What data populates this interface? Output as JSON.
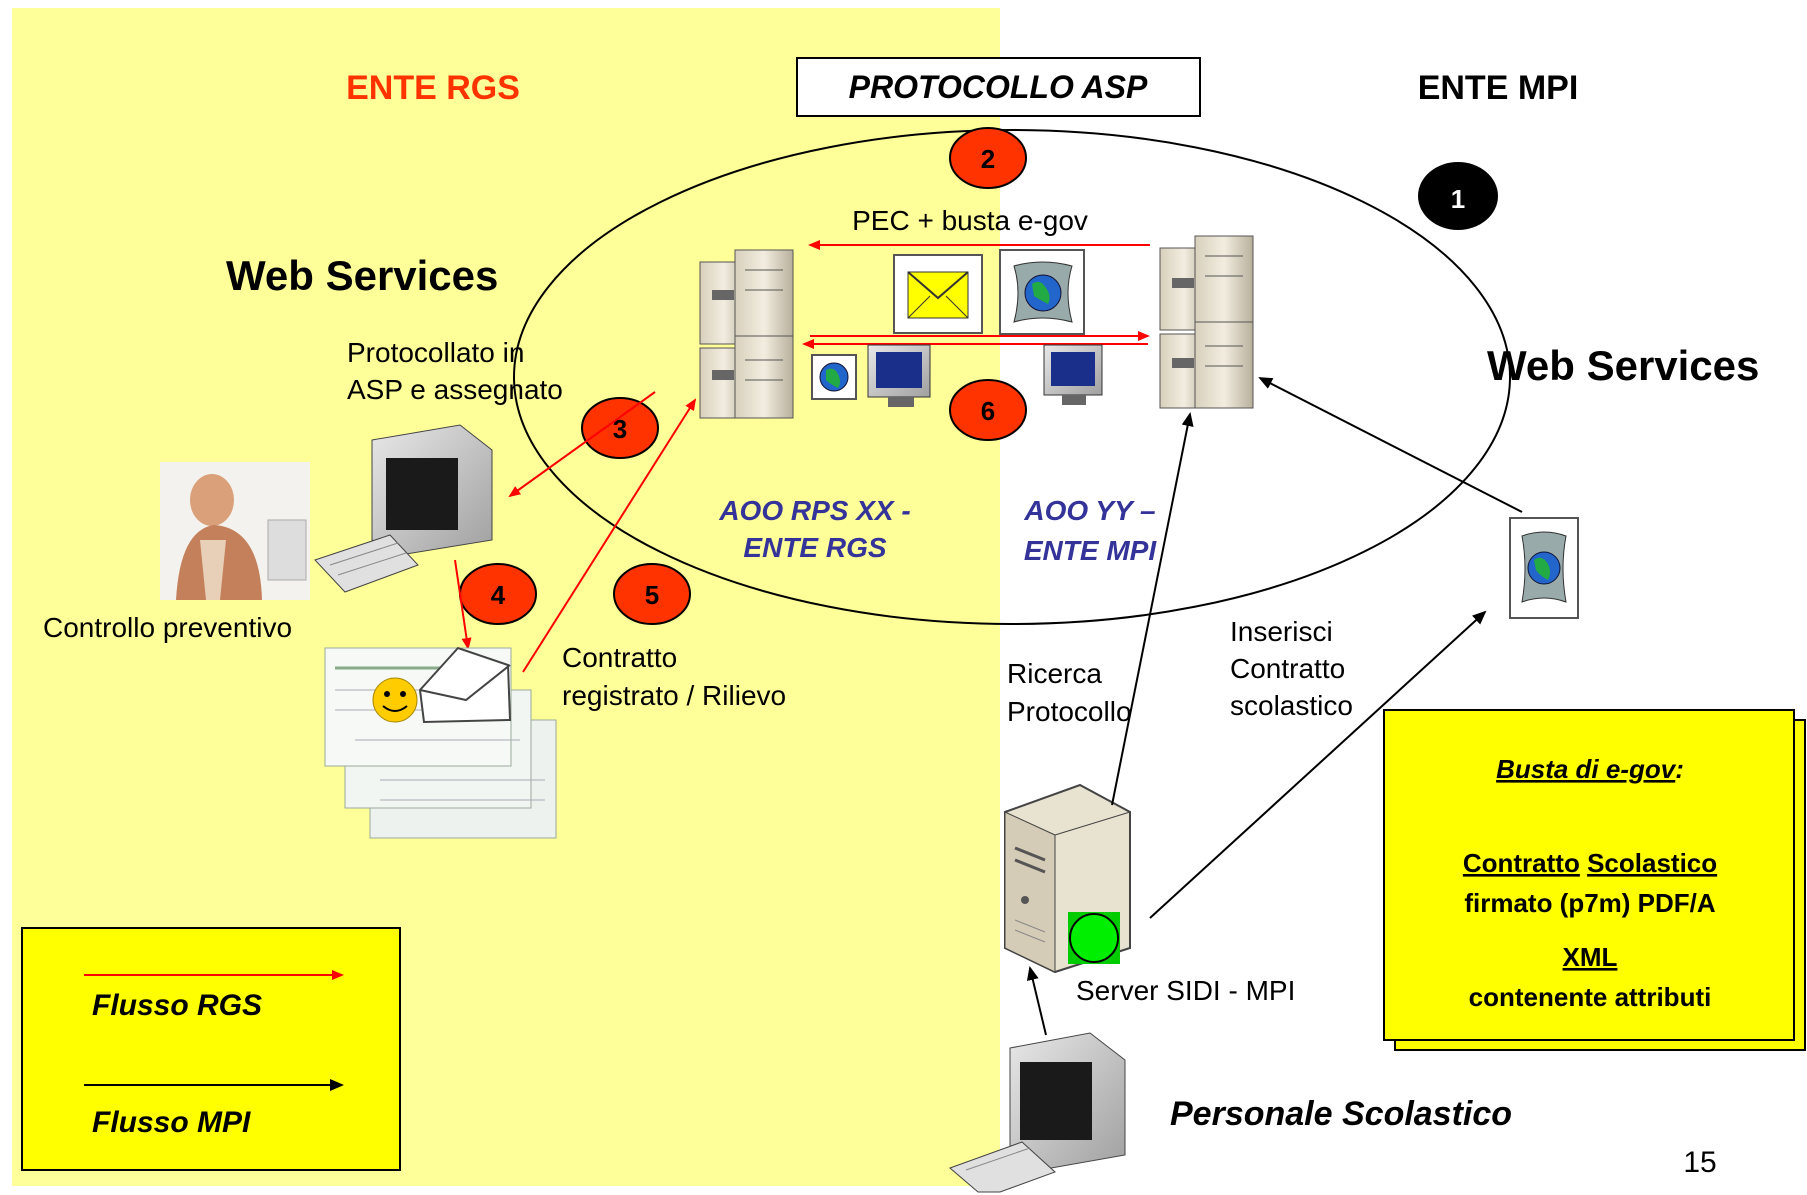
{
  "title_left": "ENTE RGS",
  "title_center": "PROTOCOLLO ASP",
  "title_right": "ENTE MPI",
  "web_services_left": "Web Services",
  "web_services_right": "Web Services",
  "pec_label": "PEC + busta e-gov",
  "aoo_left": [
    "AOO RPS XX -",
    "ENTE  RGS"
  ],
  "aoo_right": [
    "AOO YY –",
    "ENTE MPI"
  ],
  "protocollato": [
    "Protocollato in",
    "ASP e assegnato"
  ],
  "controllo": "Controllo preventivo",
  "contratto_registrato": [
    "Contratto",
    "registrato / Rilievo"
  ],
  "ricerca": [
    "Ricerca",
    "Protocollo"
  ],
  "inserisci": [
    "Inserisci",
    "Contratto",
    "scolastico"
  ],
  "server_label": "Server SIDI - MPI",
  "personale": "Personale Scolastico",
  "steps": [
    "1",
    "2",
    "3",
    "4",
    "5",
    "6"
  ],
  "busta": {
    "title": "Busta di e-gov",
    "title_suffix": ":",
    "contratto": "Contratto",
    "scolastico": "Scolastico",
    "firmato": "firmato (p7m) PDF/A",
    "xml": "XML",
    "contenente": "contenente attributi"
  },
  "legend": {
    "rgs": "Flusso RGS",
    "mpi": "Flusso MPI"
  },
  "page_number": "15",
  "colors": {
    "rgs_panel": "#ffff99",
    "legend_box": "#ffff00",
    "red_flow": "#ff0000",
    "black_flow": "#000000",
    "step_red": "#ff3300",
    "step_black": "#000000",
    "title_red": "#ff3300",
    "aoo_blue": "#333399",
    "green_dot": "#00cc00"
  }
}
